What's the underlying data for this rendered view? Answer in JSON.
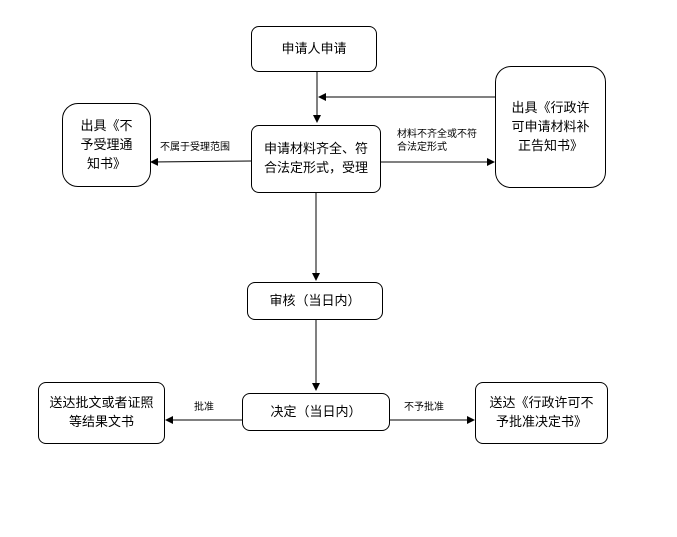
{
  "nodes": {
    "apply": "申请人申请",
    "accept": "申请材料齐全、符合法定形式，受理",
    "not_accept_notice": "出具《不予受理通知书》",
    "supplement_notice": "出具《行政许可申请材料补正告知书》",
    "review": "审核（当日内）",
    "decision": "决定（当日内）",
    "deliver_approval": "送达批文或者证照等结果文书",
    "deliver_rejection": "送达《行政许可不予批准决定书》"
  },
  "edges": {
    "out_of_scope": "不属于受理范围",
    "incomplete": "材料不齐全或不符合法定形式",
    "approve": "批准",
    "reject": "不予批准"
  }
}
